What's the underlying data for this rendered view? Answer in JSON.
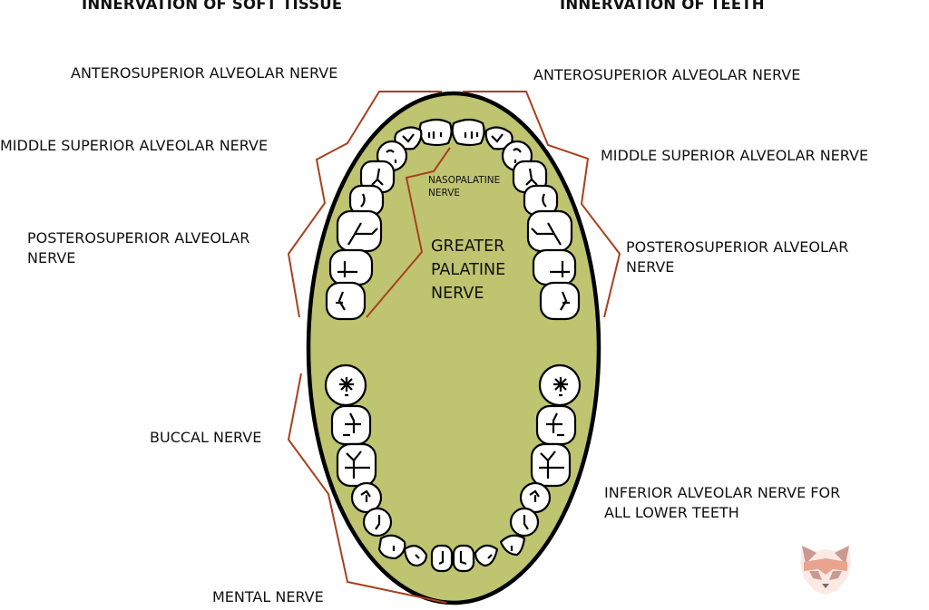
{
  "headings": {
    "soft_tissue": "INNERVATION OF SOFT TISSUE",
    "teeth": "INNERVATION OF TEETH"
  },
  "soft_tissue_labels": {
    "anterosuperior": "ANTEROSUPERIOR ALVEOLAR NERVE",
    "middle_superior": "MIDDLE SUPERIOR ALVEOLAR NERVE",
    "posterosuperior_line1": "POSTEROSUPERIOR ALVEOLAR",
    "posterosuperior_line2": "NERVE",
    "buccal": "BUCCAL NERVE",
    "mental": "MENTAL NERVE"
  },
  "teeth_labels": {
    "anterosuperior": "ANTEROSUPERIOR ALVEOLAR NERVE",
    "middle_superior": "MIDDLE SUPERIOR ALVEOLAR NERVE",
    "posterosuperior_line1": "POSTEROSUPERIOR ALVEOLAR",
    "posterosuperior_line2": "NERVE",
    "inferior_line1": "INFERIOR ALVEOLAR NERVE FOR",
    "inferior_line2": "ALL LOWER TEETH"
  },
  "palate_labels": {
    "nasopalatine_line1": "NASOPALATINE",
    "nasopalatine_line2": "NERVE",
    "greater_palatine_line1": "GREATER",
    "greater_palatine_line2": "PALATINE",
    "greater_palatine_line3": "NERVE"
  },
  "colors": {
    "oral_cavity_fill": "#bec46f",
    "outline": "#000000",
    "nerve_line": "#a8401f",
    "tooth_fill": "#ffffff",
    "logo_primary": "#e8a48f",
    "logo_dark": "#c08a82"
  },
  "logo": {
    "icon": "red-panda-icon"
  }
}
